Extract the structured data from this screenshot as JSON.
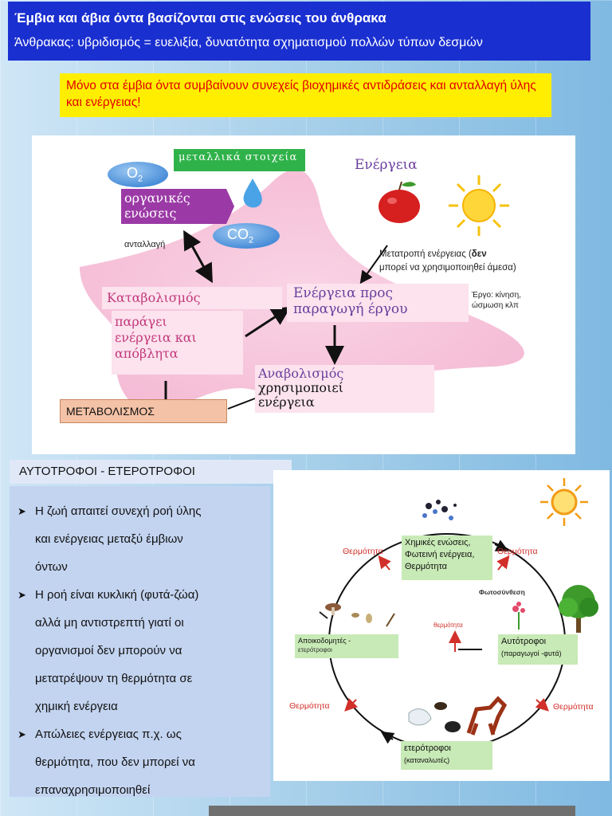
{
  "header": {
    "title": "Έμβια και άβια όντα βασίζονται στις ενώσεις του άνθρακα",
    "subtitle": "Άνθρακας: υβριδισμός = ευελιξία, δυνατότητα σχηματισμού πολλών τύπων δεσμών"
  },
  "note": "Μόνο στα έμβια όντα συμβαίνουν συνεχείς βιοχημικές αντιδράσεις και ανταλλαγή ύλης και ενέργειας!",
  "diagram1": {
    "o2": "O",
    "o2_sub": "2",
    "co2": "CO",
    "co2_sub": "2",
    "metals": "μεταλλικά στοιχεία",
    "organic_line1": "οργανικές",
    "organic_line2": "ενώσεις",
    "exchange": "ανταλλαγή",
    "energy": "Ενέργεια",
    "convert_line1_a": "Μετατροπή ενέργειας (",
    "convert_line1_b": "δεν",
    "convert_line2": "μπορεί να χρησιμοποιηθεί άμεσα)",
    "work_line1": "Έργο: κίνηση,",
    "work_line2": "ώσμωση κλπ",
    "catabolism": "Καταβολισμός",
    "catab_desc_1": "παράγει",
    "catab_desc_2": "ενέργεια και",
    "catab_desc_3": "απόβλητα",
    "energy_work_1": "Ενέργεια προς",
    "energy_work_2": "παραγωγή έργου",
    "anabolism": "Αναβολισμός",
    "anab_desc_1": "χρησιμοποιεί",
    "anab_desc_2": "ενέργεια",
    "metabolism": "ΜΕΤΑΒΟΛΙΣΜΟΣ"
  },
  "section2": {
    "title": "ΑΥΤΟΤΡΟΦΟΙ - ΕΤΕΡΟΤΡΟΦΟΙ",
    "bullets": [
      [
        "Η ζωή απαιτεί συνεχή ροή ύλης",
        "και ενέργειας μεταξύ έμβιων",
        "όντων"
      ],
      [
        "Η ροή είναι κυκλική (φυτά-ζώα)",
        "αλλά μη αντιστρεπτή γιατί οι",
        "οργανισμοί δεν μπορούν να",
        "μετατρέψουν τη θερμότητα σε",
        "χημική ενέργεια"
      ],
      [
        "Απώλειες ενέργειας π.χ. ως",
        "θερμότητα, που δεν μπορεί να",
        "επαναχρησιμοποιηθεί"
      ]
    ]
  },
  "diagram2": {
    "chem_1": "Χημικές ενώσεις,",
    "chem_2": "Φωτεινή ενέργεια,",
    "chem_3": "Θερμότητα",
    "heat": "Θερμότητα",
    "heat_lower": "θερμότητα",
    "photosynthesis": "Φωτοσύνθεση",
    "decomposers_1": "Αποικοδομητές -",
    "decomposers_2": "ετερότροφοι",
    "autotrophs_1": "Αυτότροφοι",
    "autotrophs_2": "(παραγωγοί -φυτά)",
    "heterotrophs_1": "ετερότροφοι",
    "heterotrophs_2": "(καταναλωτές)"
  }
}
